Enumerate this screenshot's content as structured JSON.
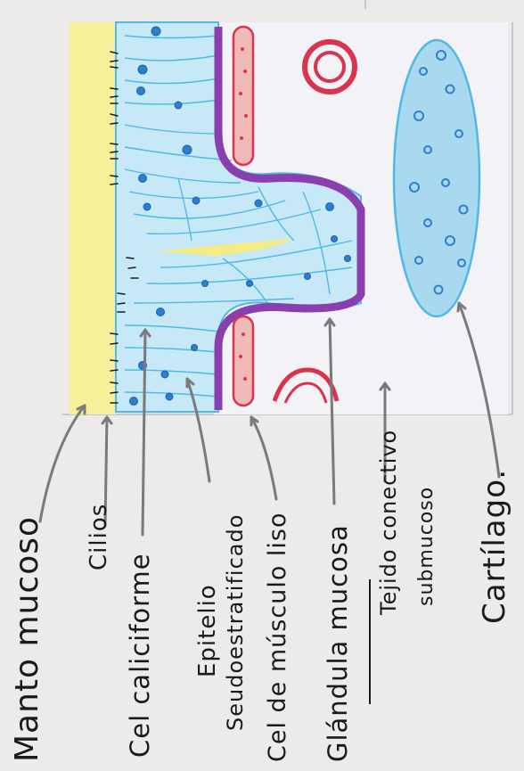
{
  "labels": {
    "manto_mucoso": "Manto mucoso",
    "cilios": "Cilios",
    "cel_caliciforme": "Cel caliciforme",
    "epitelio_line1": "Epitelio",
    "epitelio_line2": "Seudoestratificado",
    "musculo_liso": "Cel de músculo liso",
    "glandula_mucosa": "Glándula mucosa",
    "tejido_line1": "Tejido conectivo",
    "tejido_line2": "submucoso",
    "cartilago": "Cartílago."
  },
  "colors": {
    "paper": "#ecebe9",
    "mucus": "#f7ef9a",
    "epithelium_blue": "#4fb8e6",
    "epithelium_fill": "#c7e9f7",
    "nucleus": "#2a7fd0",
    "smooth_muscle": "#8a3fae",
    "vessel_red": "#d8344d",
    "vessel_fill": "#f2b9b9",
    "cartilage_fill": "#a8d9ef",
    "arrow_gray": "#7a7a7a",
    "ink": "#1a1a1a"
  }
}
